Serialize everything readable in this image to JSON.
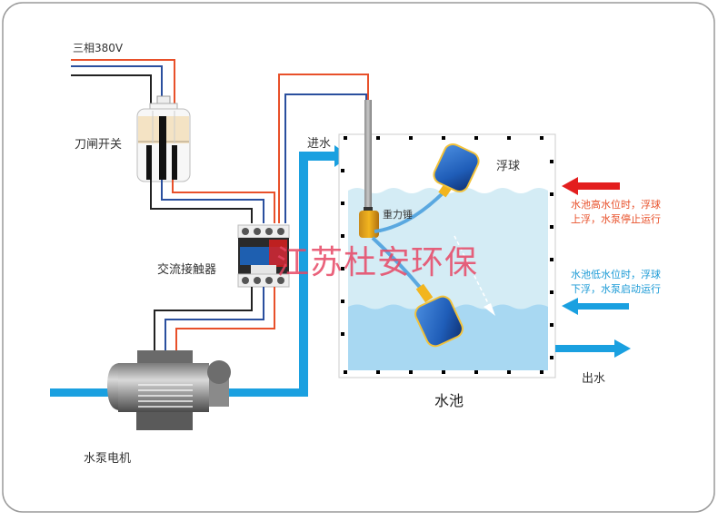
{
  "diagram": {
    "title_power": "三相380V",
    "knife_switch_label": "刀闸开关",
    "contactor_label": "交流接触器",
    "pump_label": "水泵电机",
    "inlet_label": "进水",
    "outlet_label": "出水",
    "float_label": "浮球",
    "weight_label": "重力锤",
    "tank_label": "水池",
    "high_note": [
      "水池高水位时，浮球",
      "上浮，水泵停止运行"
    ],
    "low_note": [
      "水池低水位时，浮球",
      "下浮，水泵启动运行"
    ],
    "watermark": "江苏杜安环保"
  },
  "colors": {
    "wire_red": "#e8502a",
    "wire_blue": "#2a4f9e",
    "wire_black": "#222222",
    "pipe_blue": "#1aa0e0",
    "water_light": "#d4ecf5",
    "water_deep": "#a8d8f2",
    "float_blue": "#2f6fc8",
    "arrow_red": "#e31e1e",
    "note_red": "#e8502a",
    "note_blue": "#1a9ad6"
  }
}
